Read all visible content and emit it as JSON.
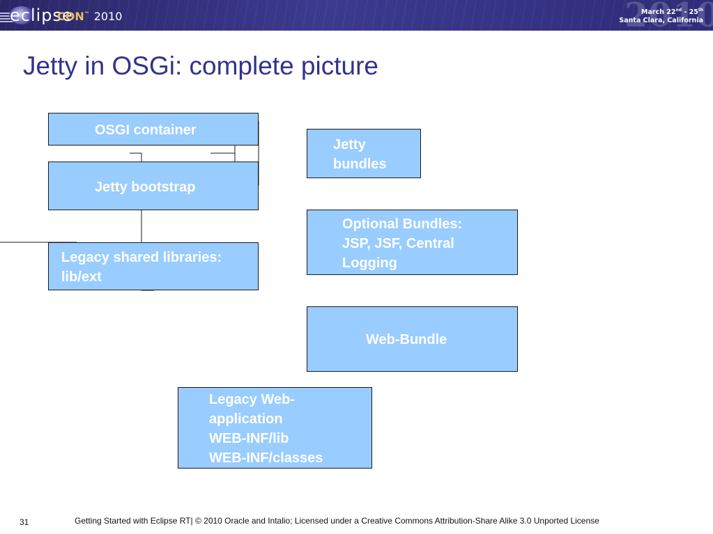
{
  "banner": {
    "logo_word": "eclipse",
    "logo_con": "CON",
    "logo_tm": "™",
    "logo_year": "2010",
    "big_year": "2010",
    "dates_line1_prefix": "March 22",
    "dates_line1_sup1": "nd",
    "dates_line1_mid": " - 25",
    "dates_line1_sup2": "th",
    "dates_line2": "Santa Clara, California"
  },
  "title": "Jetty in OSGi: complete picture",
  "boxes": {
    "osgi_container": "OSGI container",
    "jetty_bootstrap": "Jetty bootstrap",
    "legacy_shared_libraries": "Legacy shared libraries:\nlib/ext",
    "jetty_bundles": "Jetty\nbundles",
    "optional_bundles": "Optional Bundles:\nJSP, JSF, Central\nLogging",
    "web_bundle": "Web-Bundle",
    "legacy_web_application": "Legacy Web-\napplication\nWEB-INF/lib\nWEB-INF/classes"
  },
  "colors": {
    "box_fill": "#99ccff",
    "title_color": "#33338a",
    "banner_bg": "#2f2c78"
  },
  "footer": {
    "page_number": "31",
    "text": "Getting Started with Eclipse RT|  © 2010 Oracle and Intalio; Licensed under a Creative Commons Attribution-Share Alike 3.0 Unported License"
  }
}
